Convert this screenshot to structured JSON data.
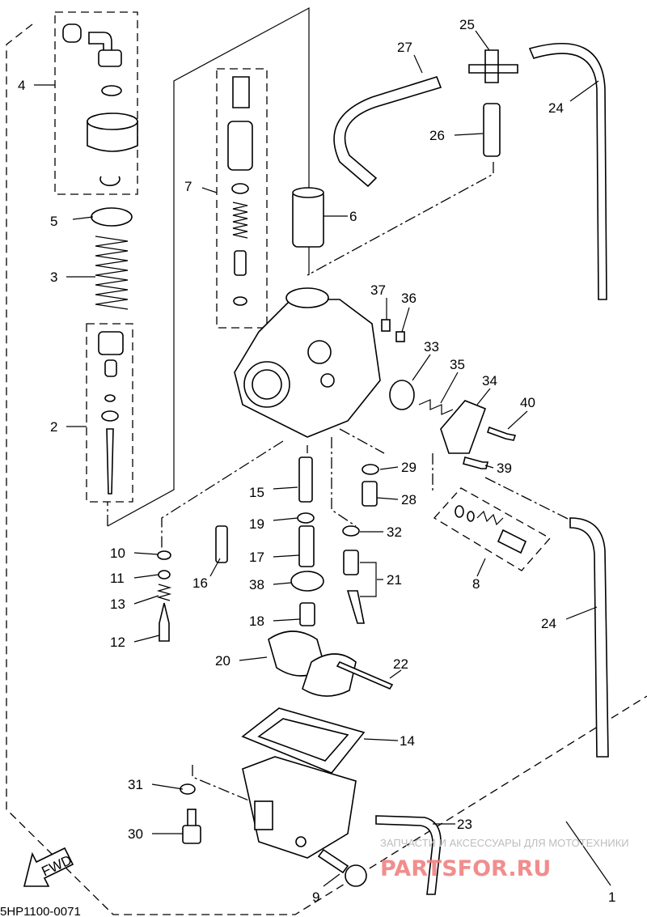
{
  "diagram": {
    "code": "5HP1100-0071",
    "direction_marker": "FWD",
    "callouts": [
      "1",
      "2",
      "3",
      "4",
      "5",
      "6",
      "7",
      "8",
      "9",
      "10",
      "11",
      "12",
      "13",
      "14",
      "15",
      "16",
      "17",
      "18",
      "19",
      "20",
      "21",
      "22",
      "23",
      "24",
      "25",
      "26",
      "27",
      "28",
      "29",
      "30",
      "31",
      "32",
      "33",
      "34",
      "35",
      "36",
      "37",
      "38",
      "39",
      "40"
    ],
    "callout_24_second": "24"
  },
  "watermark": {
    "tagline": "ЗАПЧАСТИ И АКСЕССУАРЫ ДЛЯ МОТОТЕХНИКИ",
    "logo": "PARTSFOR.RU",
    "logo_color": "#f07a7a"
  }
}
